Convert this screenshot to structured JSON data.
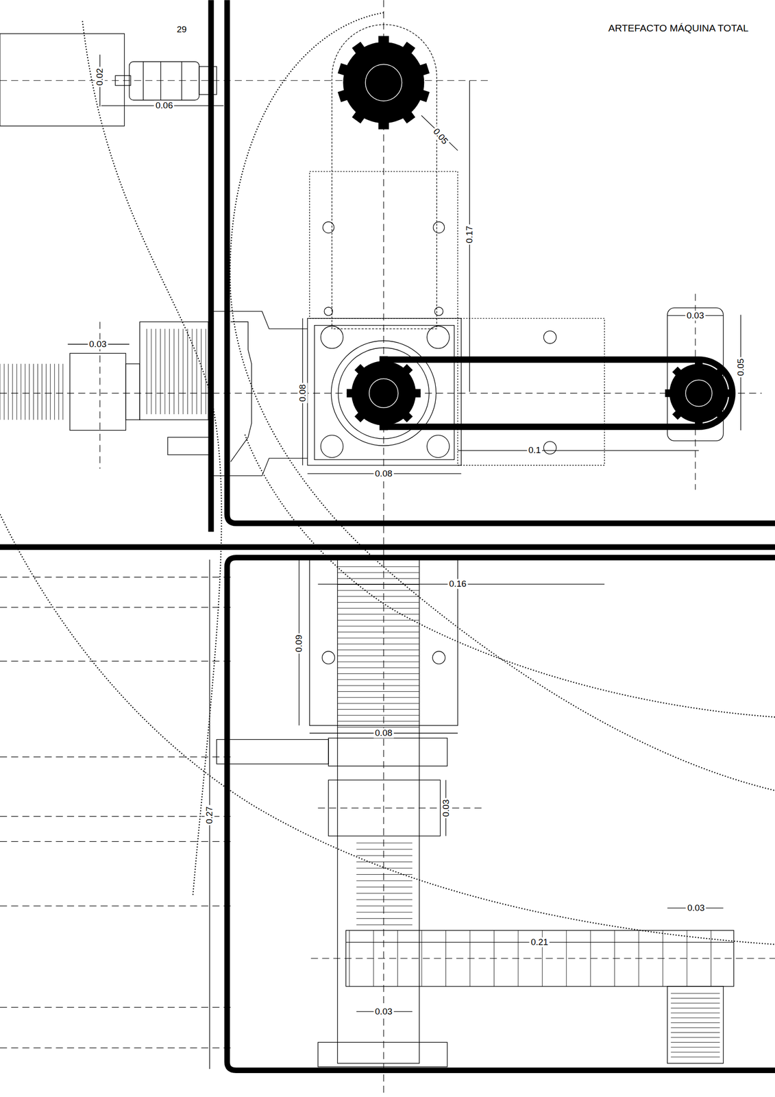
{
  "diagram": {
    "title": "ARTEFACTO MÁQUINA TOTAL",
    "labels": [
      "29",
      "0.02",
      "0.06",
      "0.05",
      "0.17",
      "0.03",
      "0.08",
      "0.08",
      "0.03",
      "0.05",
      "0.1",
      "0.16",
      "0.09",
      "0.08",
      "0.27",
      "0.03",
      "0.21",
      "0.03",
      "0.03"
    ]
  }
}
